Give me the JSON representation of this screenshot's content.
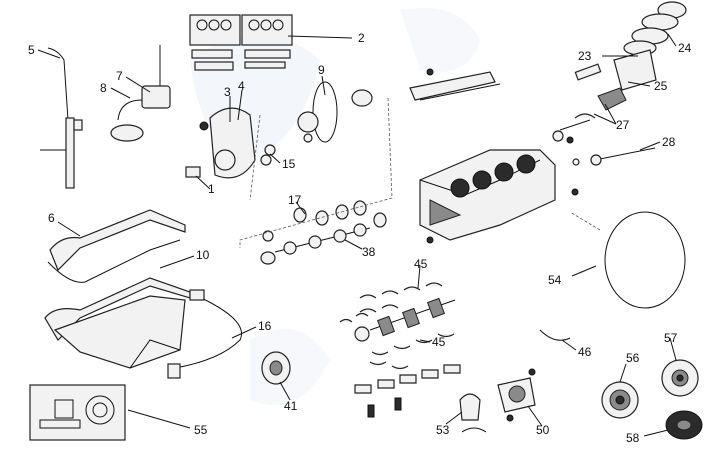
{
  "callouts": {
    "c1": "1",
    "c2": "2",
    "c3": "3",
    "c4": "4",
    "c5": "5",
    "c6": "6",
    "c7": "7",
    "c8": "8",
    "c9": "9",
    "c10": "10",
    "c15": "15",
    "c16": "16",
    "c17": "17",
    "c23": "23",
    "c24": "24",
    "c25": "25",
    "c27": "27",
    "c28": "28",
    "c38": "38",
    "c41": "41",
    "c45a": "45",
    "c45b": "45",
    "c46": "46",
    "c50": "50",
    "c53": "53",
    "c54": "54",
    "c55": "55",
    "c56": "56",
    "c57": "57",
    "c58": "58"
  },
  "colors": {
    "line": "#111111",
    "part_fill": "#f2f2f2",
    "watermark": "#e8edf5"
  },
  "icons": [
    "engine-block-icon",
    "oil-pan-icon",
    "gasket-icon",
    "pulley-icon",
    "crankshaft-icon",
    "camshaft-icon",
    "piston-icon",
    "timing-chain-icon",
    "dipstick-icon",
    "oil-pump-icon"
  ]
}
